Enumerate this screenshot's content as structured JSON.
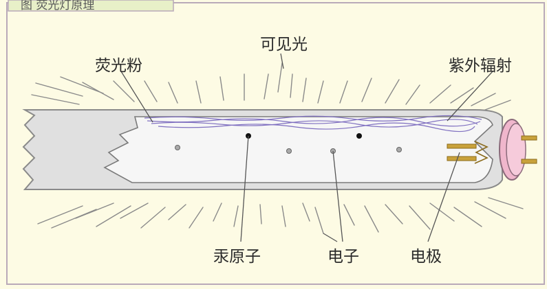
{
  "caption": "图 荧光灯原理",
  "labels": {
    "visible_light": "可见光",
    "phosphor": "荧光粉",
    "uv_radiation": "紫外辐射",
    "mercury_atom": "汞原子",
    "electron": "电子",
    "electrode": "电极"
  },
  "colors": {
    "background": "#fdfbe4",
    "frame": "#b9a9b9",
    "tube_outer": "#e0e0e0",
    "tube_inner": "#f6f6f6",
    "tube_edge": "#8a8a8a",
    "phosphor_coating": "#7f6fc0",
    "end_cap": "#f0b6cc",
    "pins": "#c9a23b"
  }
}
